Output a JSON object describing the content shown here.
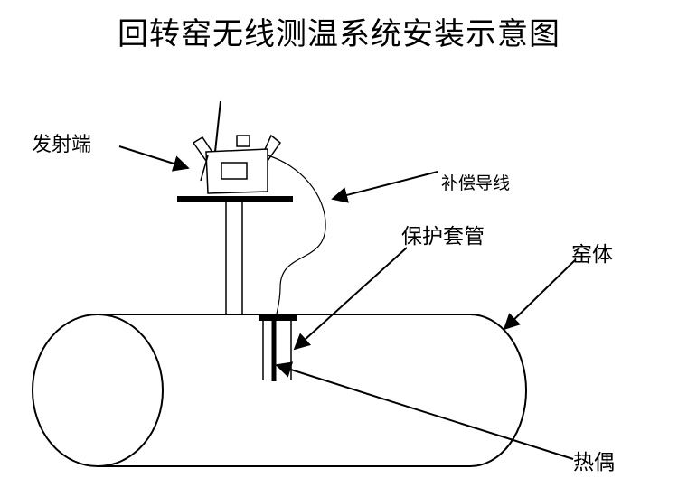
{
  "title": "回转窑无线测温系统安装示意图",
  "labels": {
    "transmitter": "发射端",
    "compensation_wire": "补偿导线",
    "protective_sleeve": "保护套管",
    "kiln_body": "窑体",
    "thermocouple": "热偶"
  },
  "colors": {
    "line": "#000000",
    "background": "#ffffff"
  }
}
